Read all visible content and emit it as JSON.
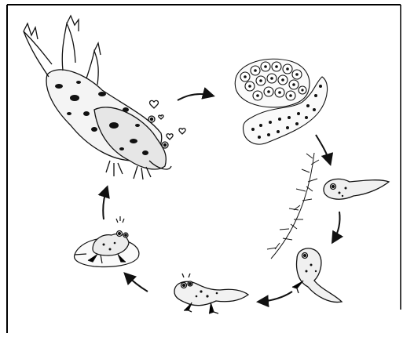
{
  "diagram": {
    "stages": [
      {
        "id": "mating-frogs",
        "label": ""
      },
      {
        "id": "frogspawn-eggs",
        "label": ""
      },
      {
        "id": "young-tadpole",
        "label": ""
      },
      {
        "id": "tadpole-with-hind-legs",
        "label": ""
      },
      {
        "id": "tadpole-with-four-legs",
        "label": ""
      },
      {
        "id": "froglet-on-lily-pad",
        "label": ""
      }
    ],
    "colors": {
      "ink": "#111111",
      "border": "#000000",
      "background": "#ffffff"
    }
  }
}
